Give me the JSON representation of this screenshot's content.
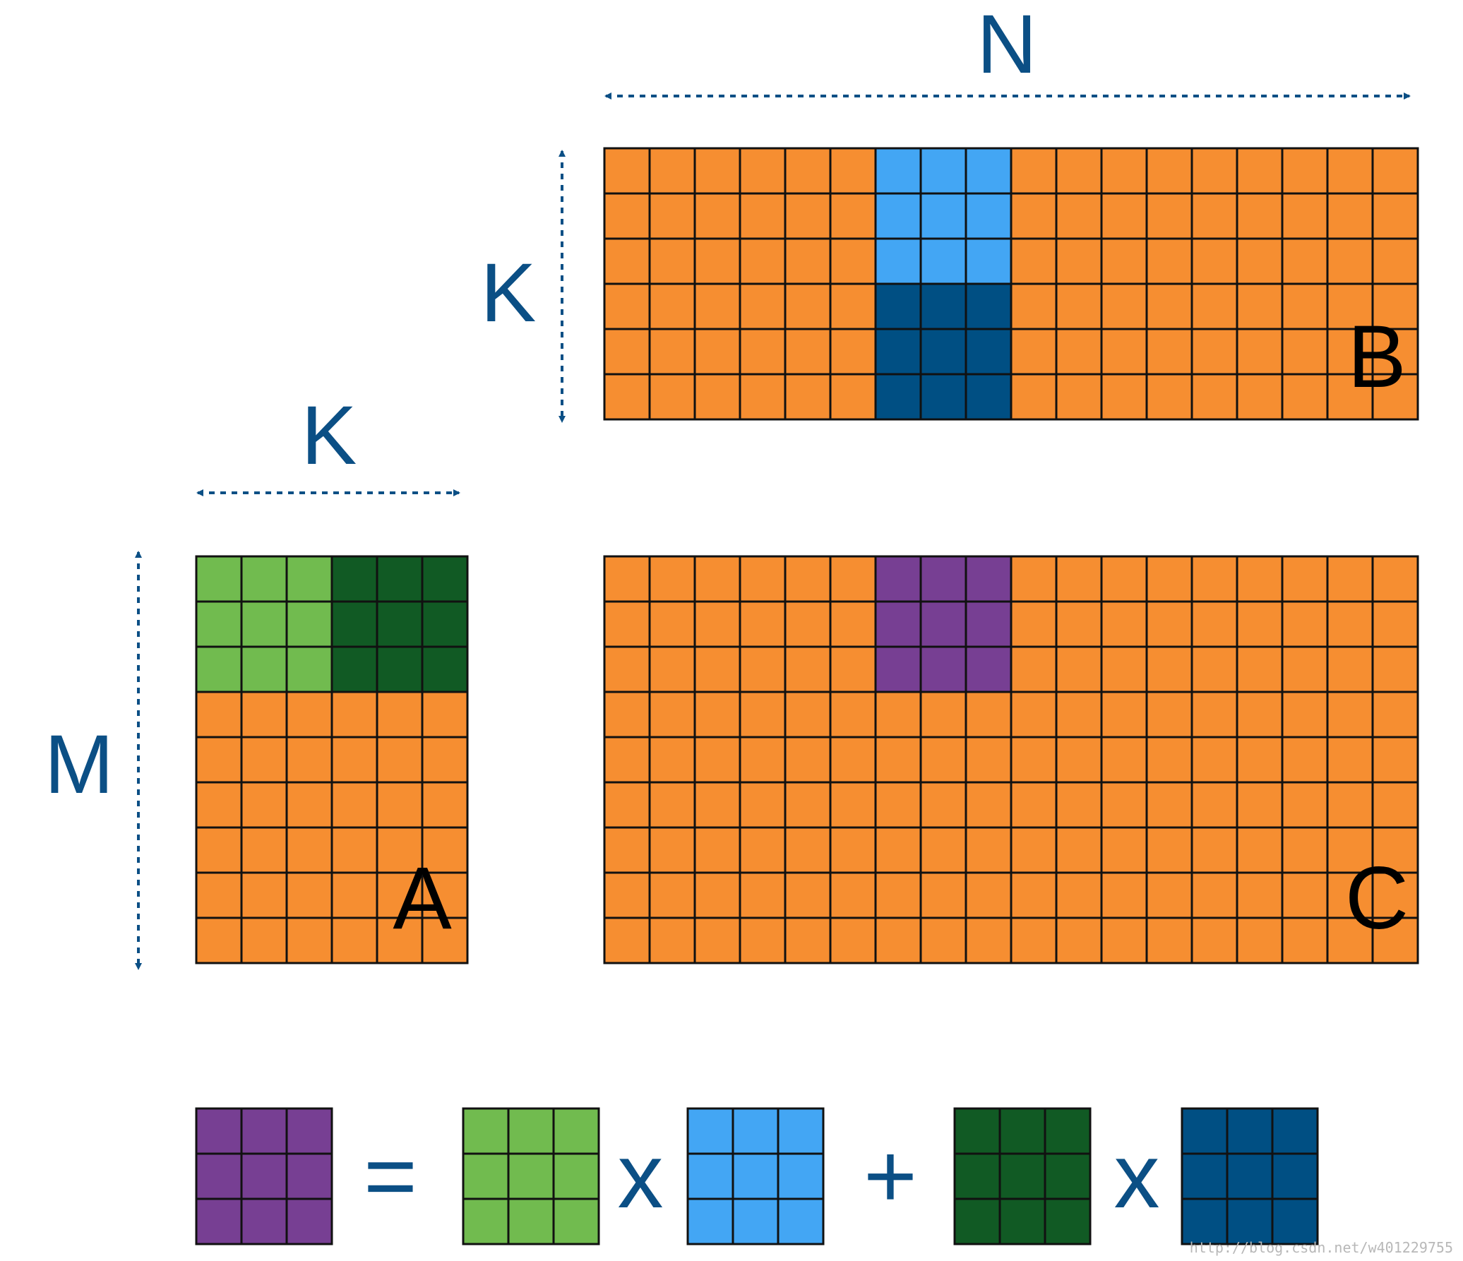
{
  "labels": {
    "n": "N",
    "k_top": "K",
    "k_left": "K",
    "m": "M",
    "matrix_a": "A",
    "matrix_b": "B",
    "matrix_c": "C"
  },
  "operators": {
    "equals": "=",
    "times_1": "x",
    "plus": "+",
    "times_2": "x"
  },
  "watermark": "http://blog.csdn.net/w401229755",
  "colors": {
    "orange": "#f68e31",
    "light_green": "#71bb4f",
    "dark_green": "#115a24",
    "light_blue": "#43a6f4",
    "dark_blue": "#004f83",
    "purple": "#773f93",
    "grid_line": "#111111",
    "dimension_blue": "#0b4f85"
  },
  "matrices": {
    "A": {
      "rows": 9,
      "cols": 6,
      "default": "orange",
      "highlights": [
        {
          "row_from": 0,
          "row_to": 2,
          "col_from": 0,
          "col_to": 2,
          "color": "light_green"
        },
        {
          "row_from": 0,
          "row_to": 2,
          "col_from": 3,
          "col_to": 5,
          "color": "dark_green"
        }
      ]
    },
    "B": {
      "rows": 6,
      "cols": 18,
      "default": "orange",
      "highlights": [
        {
          "row_from": 0,
          "row_to": 2,
          "col_from": 6,
          "col_to": 8,
          "color": "light_blue"
        },
        {
          "row_from": 3,
          "row_to": 5,
          "col_from": 6,
          "col_to": 8,
          "color": "dark_blue"
        }
      ]
    },
    "C": {
      "rows": 9,
      "cols": 18,
      "default": "orange",
      "highlights": [
        {
          "row_from": 0,
          "row_to": 2,
          "col_from": 6,
          "col_to": 8,
          "color": "purple"
        }
      ]
    }
  },
  "equation_blocks": [
    "purple",
    "light_green",
    "light_blue",
    "dark_green",
    "dark_blue"
  ]
}
